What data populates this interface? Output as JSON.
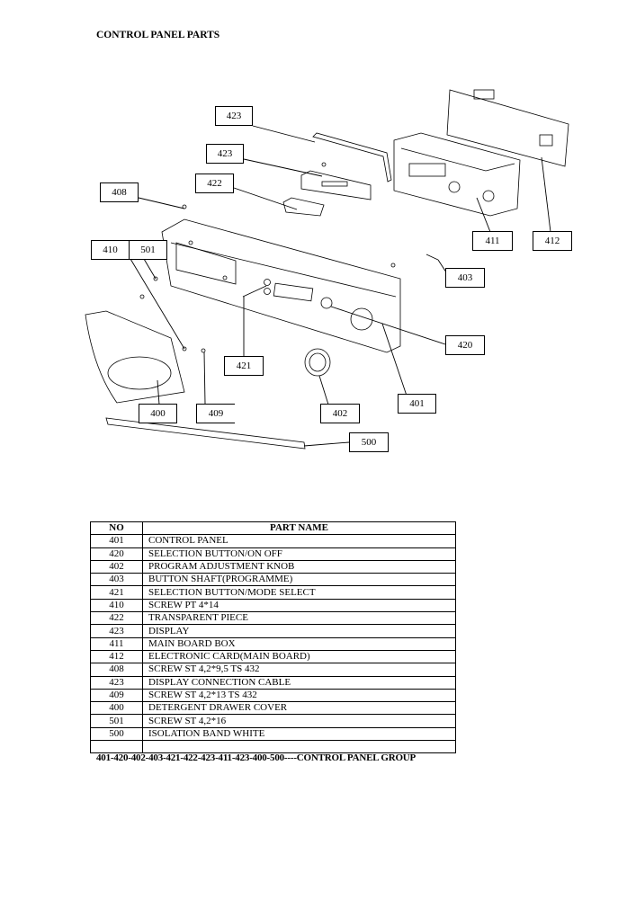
{
  "title": "CONTROL PANEL PARTS",
  "callouts": {
    "c423a": "423",
    "c423b": "423",
    "c422": "422",
    "c408": "408",
    "c410": "410",
    "c501": "501",
    "c411": "411",
    "c412": "412",
    "c403": "403",
    "c420": "420",
    "c421": "421",
    "c401": "401",
    "c400": "400",
    "c409": "409",
    "c402": "402",
    "c500": "500"
  },
  "table": {
    "header_no": "NO",
    "header_name": "PART NAME",
    "rows": [
      {
        "no": "401",
        "name": "CONTROL PANEL"
      },
      {
        "no": "420",
        "name": "SELECTION BUTTON/ON OFF"
      },
      {
        "no": "402",
        "name": "PROGRAM ADJUSTMENT KNOB"
      },
      {
        "no": "403",
        "name": "BUTTON SHAFT(PROGRAMME)"
      },
      {
        "no": "421",
        "name": "SELECTION BUTTON/MODE SELECT"
      },
      {
        "no": "410",
        "name": "SCREW PT 4*14"
      },
      {
        "no": "422",
        "name": "TRANSPARENT PIECE"
      },
      {
        "no": "423",
        "name": "DISPLAY"
      },
      {
        "no": "411",
        "name": "MAIN BOARD BOX"
      },
      {
        "no": "412",
        "name": "ELECTRONIC CARD(MAIN BOARD)"
      },
      {
        "no": "408",
        "name": "SCREW ST 4,2*9,5 TS 432"
      },
      {
        "no": "423",
        "name": "DISPLAY  CONNECTION CABLE"
      },
      {
        "no": "409",
        "name": "SCREW ST 4,2*13 TS 432"
      },
      {
        "no": "400",
        "name": "DETERGENT DRAWER COVER"
      },
      {
        "no": "501",
        "name": "SCREW ST 4,2*16"
      },
      {
        "no": "500",
        "name": "ISOLATION BAND WHITE"
      },
      {
        "no": "",
        "name": ""
      }
    ]
  },
  "footer": "401-420-402-403-421-422-423-411-423-400-500----CONTROL PANEL GROUP"
}
